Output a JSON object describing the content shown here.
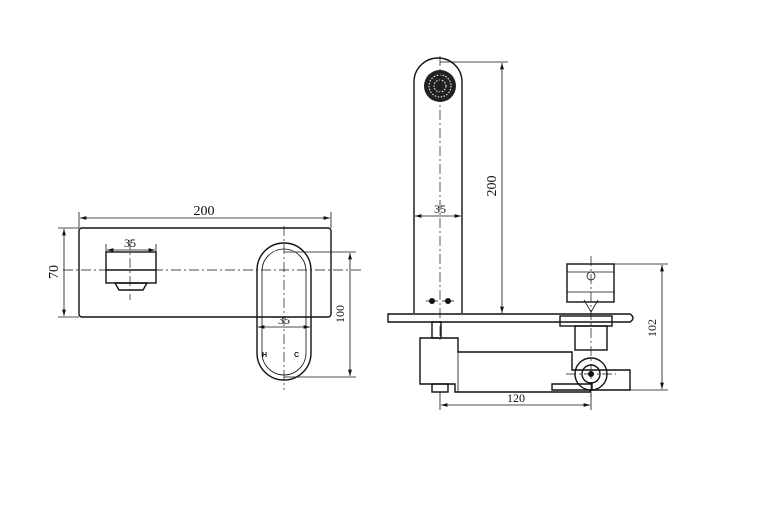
{
  "front_view": {
    "width_label": "200",
    "height_label": "70",
    "spout_label": "35",
    "handle_width_label": "35",
    "handle_height_label": "100",
    "hot_label": "H",
    "cold_label": "C"
  },
  "side_view": {
    "spout_height_label": "200",
    "spout_width_label": "35",
    "depth_label": "120",
    "body_height_label": "102"
  }
}
